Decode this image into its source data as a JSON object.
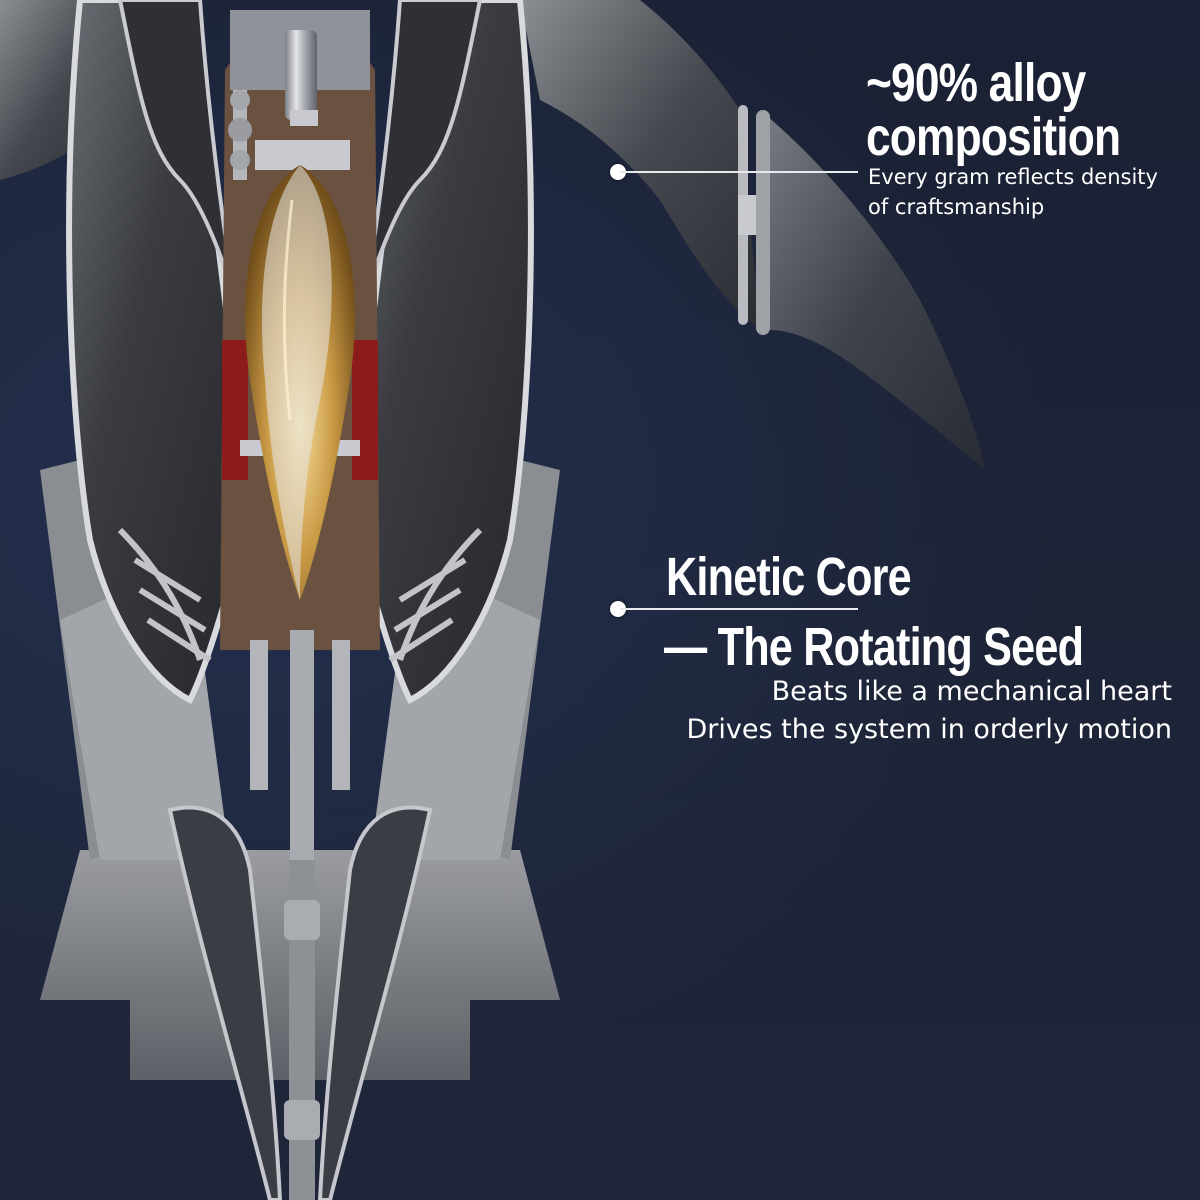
{
  "colors": {
    "background": "#1d2235",
    "text": "#ffffff",
    "callout_line": "#e8eaee",
    "metal_light": "#d9dadd",
    "metal_mid": "#8f9298",
    "metal_dark": "#3b3d42",
    "gold": "#c99a45",
    "red_plate": "#8e1b1b"
  },
  "callouts": [
    {
      "id": "alloy",
      "title_line1": "~90% alloy",
      "title_line2": "composition",
      "subtitle_line1": "Every gram reflects density",
      "subtitle_line2": "of craftsmanship",
      "dot_icon": "callout-dot-icon"
    },
    {
      "id": "core",
      "title_line1": "Kinetic Core",
      "title_line2": "— The Rotating Seed",
      "subtitle_line1": "Beats like a mechanical heart",
      "subtitle_line2": "Drives the system in orderly motion",
      "dot_icon": "callout-dot-icon"
    }
  ],
  "illustration": {
    "subject": "mechanical-cutaway-sculpture",
    "parts": [
      "dark-metal-wings",
      "silver-frame",
      "gold-rotating-seed",
      "red-plates",
      "gear-train",
      "rib-vents",
      "linkage-chain",
      "stepped-base"
    ]
  }
}
